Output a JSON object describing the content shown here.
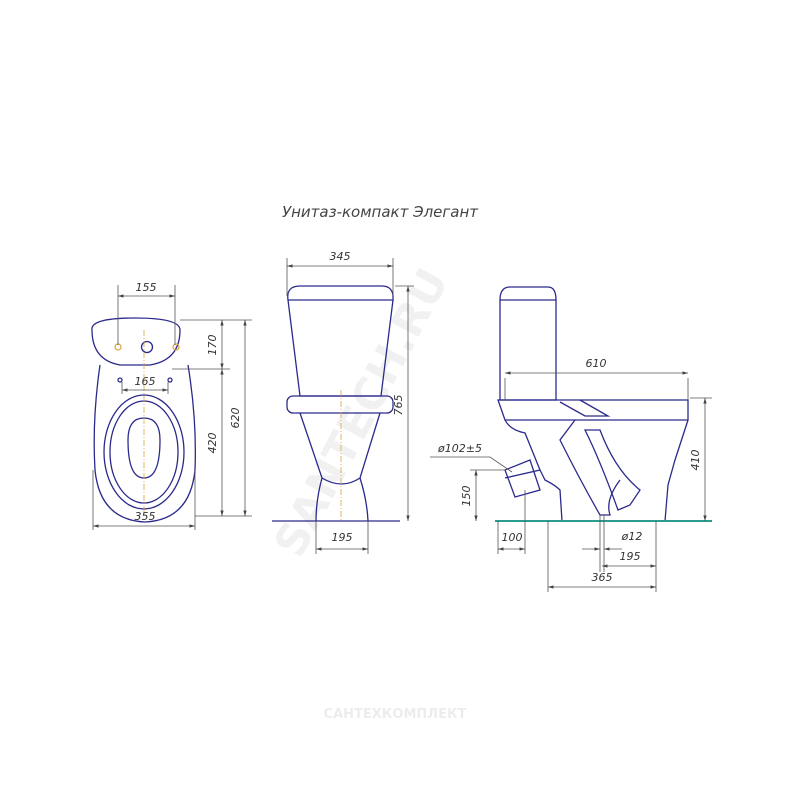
{
  "title": "Унитаз-компакт Элегант",
  "watermark": "SANTECH.RU",
  "footer_logo": "САНТЕХКОМПЛЕКТ",
  "colors": {
    "outline": "#2b2a8c",
    "floor": "#2a9d8f",
    "centerline": "#d9a441"
  },
  "top_view": {
    "d_holes": "155",
    "d_tank_depth": "170",
    "d_total": "620",
    "d_bowl": "420",
    "d_mount": "165",
    "d_width": "355"
  },
  "front_view": {
    "d_tank_width": "345",
    "d_height": "765",
    "d_base": "195"
  },
  "side_view": {
    "d_length": "610",
    "d_seat_height": "410",
    "d_outlet_diam": "ø102±5",
    "d_outlet_height": "150",
    "d_outlet_offset": "100",
    "d_bolt": "ø12",
    "d_bolt_dist": "195",
    "d_base_len": "365"
  }
}
